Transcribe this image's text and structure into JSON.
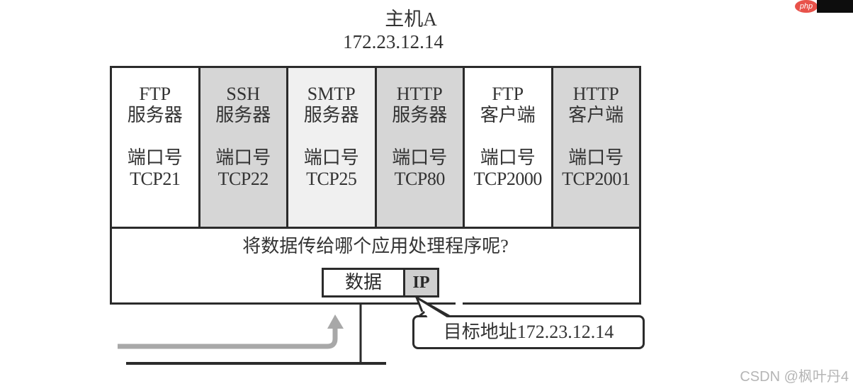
{
  "host": {
    "title": "主机A",
    "ip": "172.23.12.14"
  },
  "applications": [
    {
      "name": "FTP",
      "role": "服务器",
      "port_label": "端口号",
      "port": "TCP21",
      "shade": "white"
    },
    {
      "name": "SSH",
      "role": "服务器",
      "port_label": "端口号",
      "port": "TCP22",
      "shade": "shaded"
    },
    {
      "name": "SMTP",
      "role": "服务器",
      "port_label": "端口号",
      "port": "TCP25",
      "shade": "light"
    },
    {
      "name": "HTTP",
      "role": "服务器",
      "port_label": "端口号",
      "port": "TCP80",
      "shade": "shaded"
    },
    {
      "name": "FTP",
      "role": "客户端",
      "port_label": "端口号",
      "port": "TCP2000",
      "shade": "white"
    },
    {
      "name": "HTTP",
      "role": "客户端",
      "port_label": "端口号",
      "port": "TCP2001",
      "shade": "shaded"
    }
  ],
  "question": "将数据传给哪个应用处理程序呢?",
  "packet": {
    "data_label": "数据",
    "header_label": "IP"
  },
  "callout": "目标地址172.23.12.14",
  "colors": {
    "border": "#2b2b2b",
    "shaded_cell": "#d6d6d6",
    "light_cell": "#f0f0f0",
    "arrow": "#a8a8a8"
  },
  "badge": {
    "label": "php"
  },
  "watermark": "CSDN @枫叶丹4"
}
